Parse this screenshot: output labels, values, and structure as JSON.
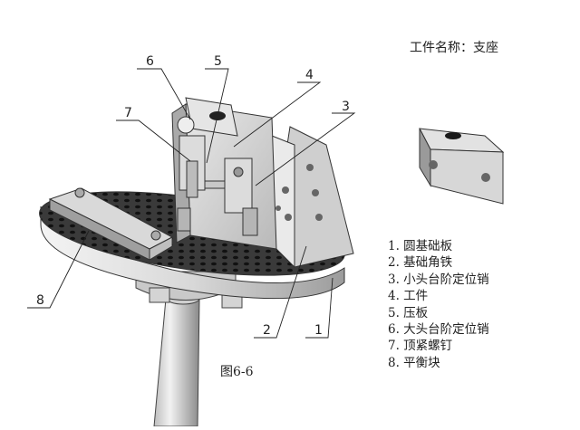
{
  "header": {
    "part_name": "工件名称：支座"
  },
  "caption": "图6-6",
  "callouts": [
    "1",
    "2",
    "3",
    "4",
    "5",
    "6",
    "7",
    "8"
  ],
  "legend": [
    "1. 圆基础板",
    "2. 基础角铁",
    "3. 小头台阶定位销",
    "4. 工件",
    "5. 压板",
    "6. 大头台阶定位销",
    "7. 顶紧螺钉",
    "8. 平衡块"
  ]
}
